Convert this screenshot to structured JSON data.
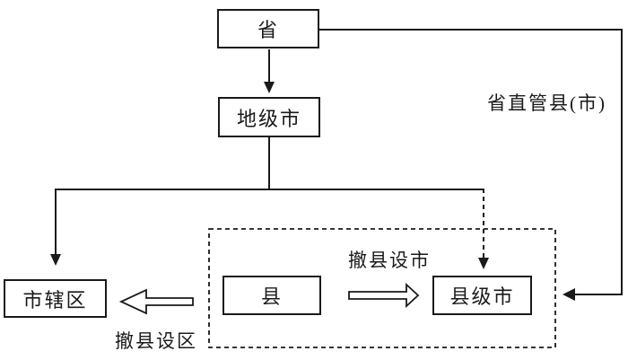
{
  "figure": {
    "nodes": {
      "province": "省",
      "prefecture_city": "地级市",
      "municipal_district": "市辖区",
      "county": "县",
      "county_level_city": "县级市"
    },
    "labels": {
      "province_managed_county": "省直管县(市)",
      "county_to_city": "撤县设市",
      "county_to_district": "撤县设区"
    },
    "colors": {
      "line": "#1a1a1a",
      "background": "#ffffff"
    }
  }
}
